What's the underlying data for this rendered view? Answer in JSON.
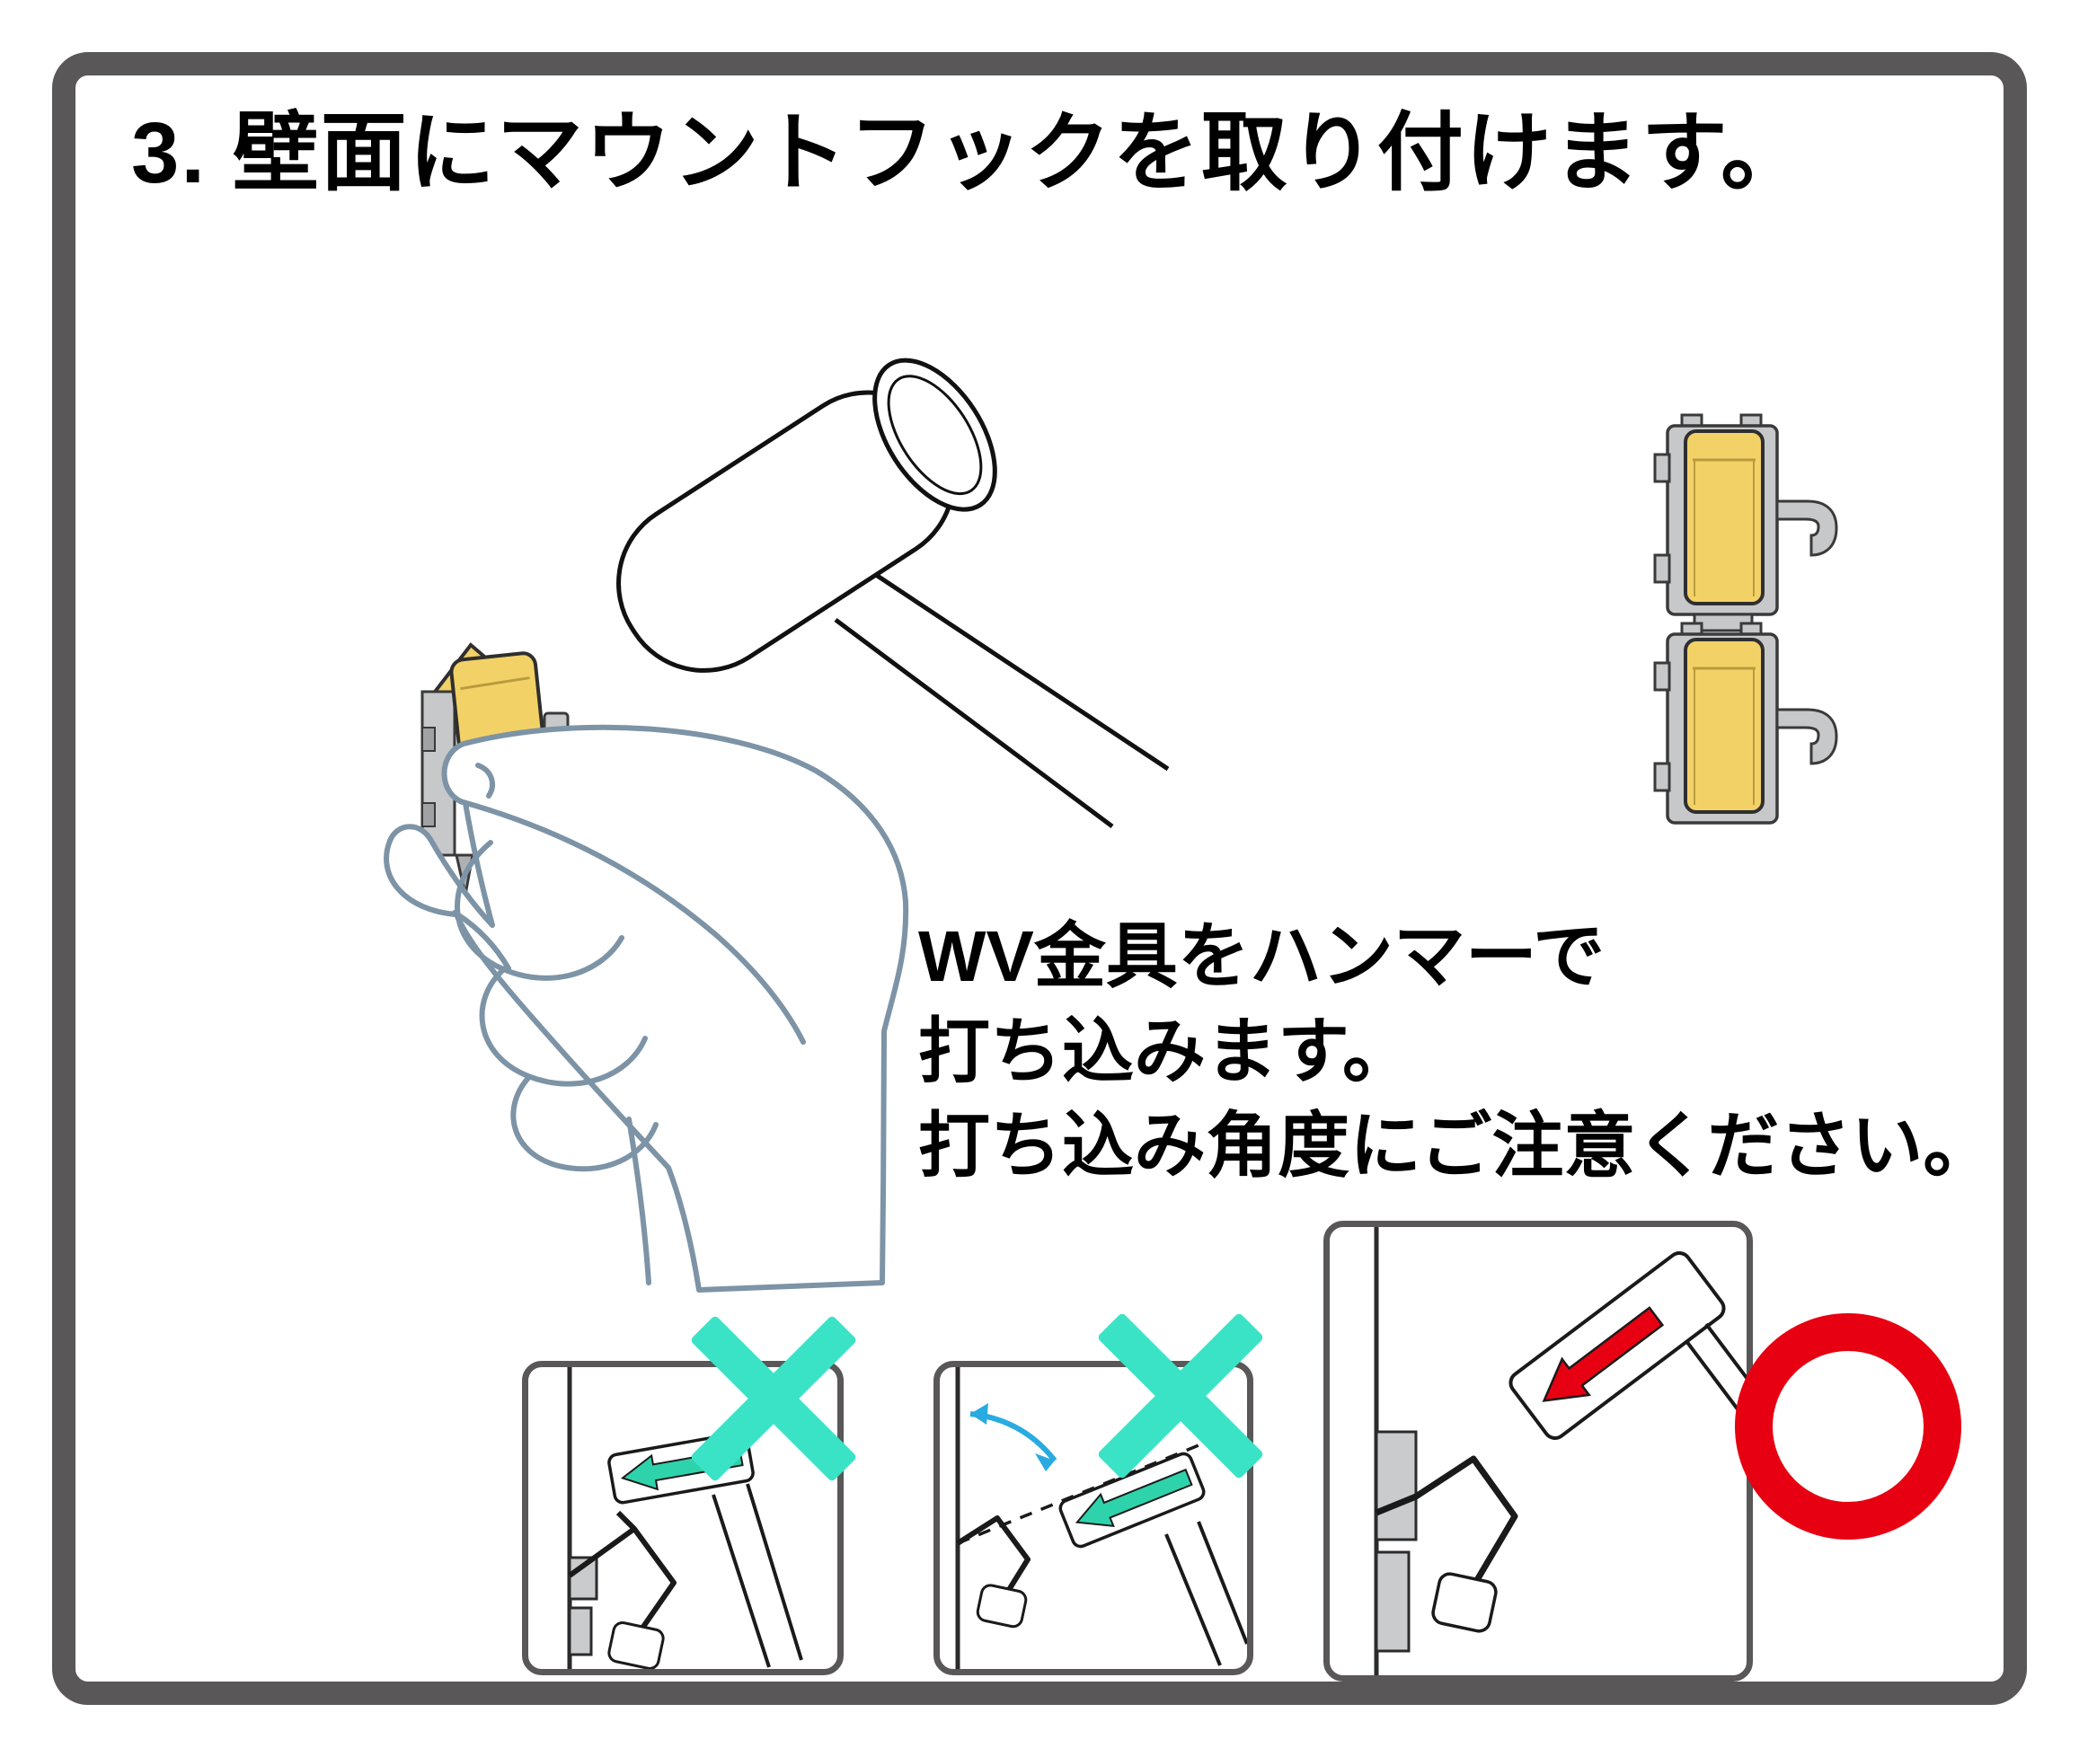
{
  "page": {
    "title": "3. 壁面にマウントフックを取り付けます。",
    "background": "#ffffff",
    "frame_color": "#595757"
  },
  "note": {
    "lines": [
      "WV金具をハンマーで",
      "打ち込みます。",
      "打ち込み角度にご注意ください。"
    ]
  },
  "colors": {
    "bracket_yellow": "#f2d167",
    "bracket_gray": "#c6c8ca",
    "rail_gray": "#c9cbcd",
    "hand_outline": "#7d93a6",
    "wrong_mark": "#3be3c6",
    "arrow_teal": "#2ed3ab",
    "correct_mark": "#e60012",
    "arrow_red": "#e60012",
    "angle_guide_blue": "#29abe2",
    "outline_black": "#1a1a1a"
  },
  "panels": [
    {
      "name": "wrong-angle-example-1",
      "verdict": "wrong",
      "mark": "x-mark"
    },
    {
      "name": "wrong-angle-example-2",
      "verdict": "wrong",
      "mark": "x-mark"
    },
    {
      "name": "correct-angle-example",
      "verdict": "correct",
      "mark": "circle-mark"
    }
  ],
  "icons": {
    "wrong": "x-mark",
    "correct": "circle-mark",
    "hammer": "hammer-illustration",
    "hand": "hand-holding-bracket",
    "hardware": "mount-hook-assembly"
  }
}
